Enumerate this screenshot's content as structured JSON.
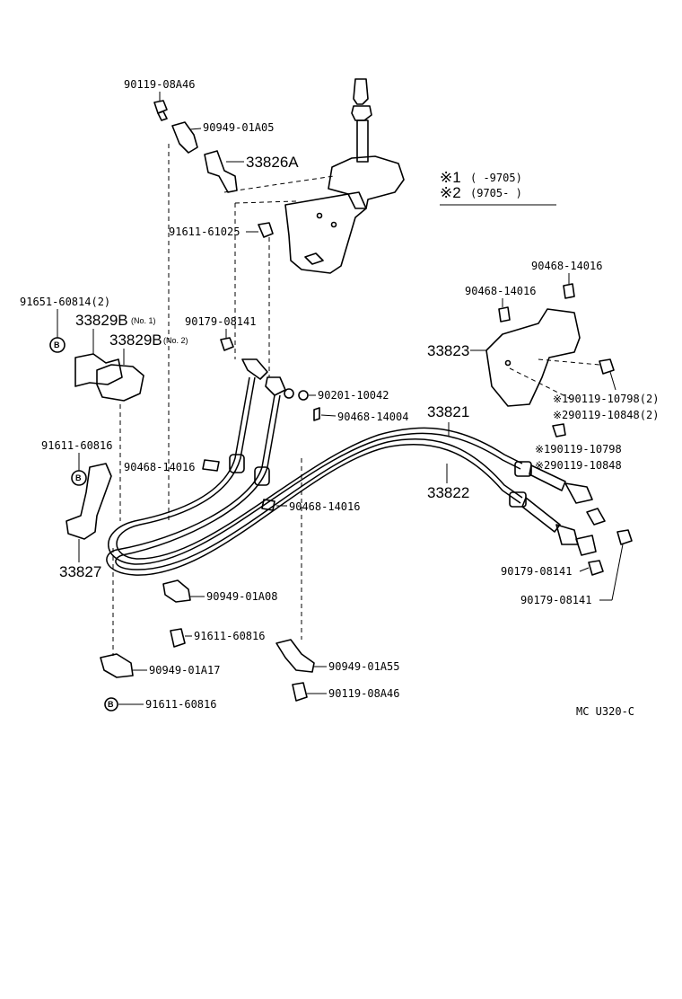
{
  "legend": {
    "rows": [
      {
        "mark": "※1",
        "range": "(      -9705)"
      },
      {
        "mark": "※2",
        "range": "(9705-      )"
      }
    ]
  },
  "labels": {
    "p_90119_08A46_top": "90119-08A46",
    "p_90949_01A05": "90949-01A05",
    "p_33826A": "33826A",
    "p_91611_61025": "91611-61025",
    "p_91651_60814": "91651-60814(2)",
    "p_33829B_1": "33829B",
    "p_33829B_1_note": "(No. 1)",
    "p_33829B_2": "33829B",
    "p_33829B_2_note": "(No. 2)",
    "p_90179_08141_left": "90179-08141",
    "p_90201_10042": "90201-10042",
    "p_90468_14004": "90468-14004",
    "p_33821": "33821",
    "p_33822": "33822",
    "p_91611_60816_a": "91611-60816",
    "p_90468_14016_mid": "90468-14016",
    "p_90468_14016_low": "90468-14016",
    "p_33827": "33827",
    "p_90949_01A08": "90949-01A08",
    "p_91611_60816_b": "91611-60816",
    "p_90949_01A17": "90949-01A17",
    "p_90949_01A55": "90949-01A55",
    "p_90119_08A46_low": "90119-08A46",
    "p_91611_60816_c": "91611-60816",
    "p_90468_14016_r1": "90468-14016",
    "p_90468_14016_r2": "90468-14016",
    "p_33823": "33823",
    "p_90119_10798_2": "※190119-10798(2)",
    "p_90119_10848_2": "※290119-10848(2)",
    "p_90119_10798": "※190119-10798",
    "p_90119_10848": "※290119-10848",
    "p_90179_08141_r1": "90179-08141",
    "p_90179_08141_r2": "90179-08141",
    "code": "MC U320-C"
  }
}
